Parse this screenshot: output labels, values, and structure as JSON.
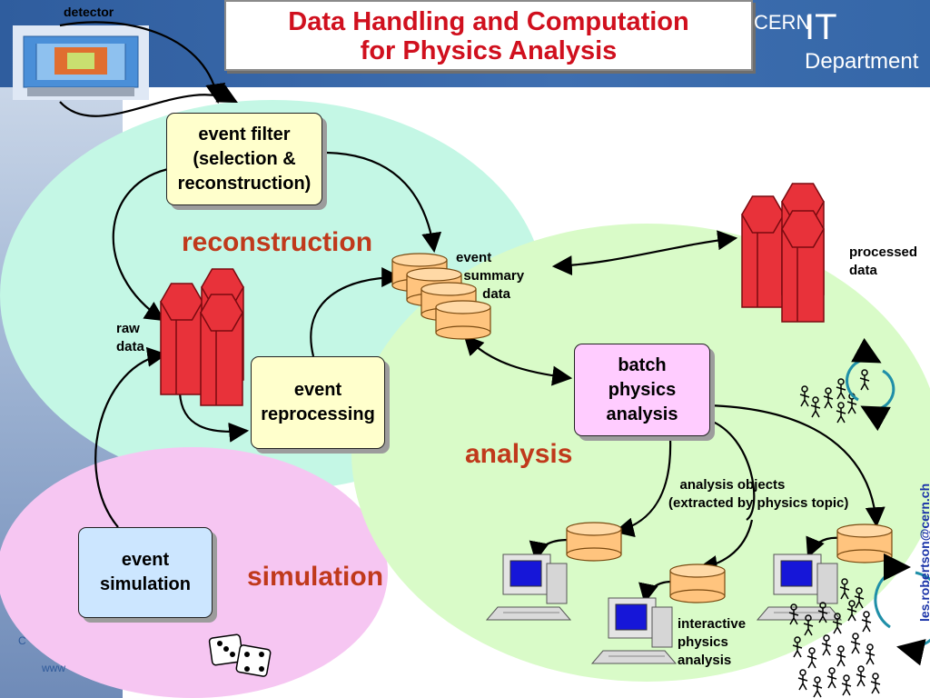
{
  "header": {
    "title_line1": "Data Handling and Computation",
    "title_line2": "for Physics Analysis",
    "logo_cern": "CERN",
    "logo_it": "IT",
    "logo_department": "Department"
  },
  "detector": {
    "label": "detector"
  },
  "boxes": {
    "event_filter": "event filter\n(selection &\nreconstruction)",
    "event_reprocessing": "event\nreprocessing",
    "batch_analysis": "batch\nphysics\nanalysis",
    "event_simulation": "event\nsimulation"
  },
  "zones": {
    "reconstruction": "reconstruction",
    "analysis": "analysis",
    "simulation": "simulation"
  },
  "labels": {
    "raw_data": "raw\ndata",
    "event_summary_data": "event\n  summary\n       data",
    "processed_data": "processed\ndata",
    "analysis_objects": "   analysis objects\n(extracted by physics topic)",
    "interactive_analysis": "interactive\nphysics\nanalysis"
  },
  "footer": {
    "email": "les.robertson@cern.ch",
    "corner_c": "C",
    "corner_www": "www"
  },
  "colors": {
    "title_red": "#d0101e",
    "header_blue": "#3567a8",
    "zone_text": "#c0391b",
    "reconstruction_zone": "#c4f7e5",
    "analysis_zone": "#d9fbc8",
    "simulation_zone": "#f6c6f2",
    "storage_red": "#e8323a",
    "disk_orange": "#ffc47e"
  }
}
